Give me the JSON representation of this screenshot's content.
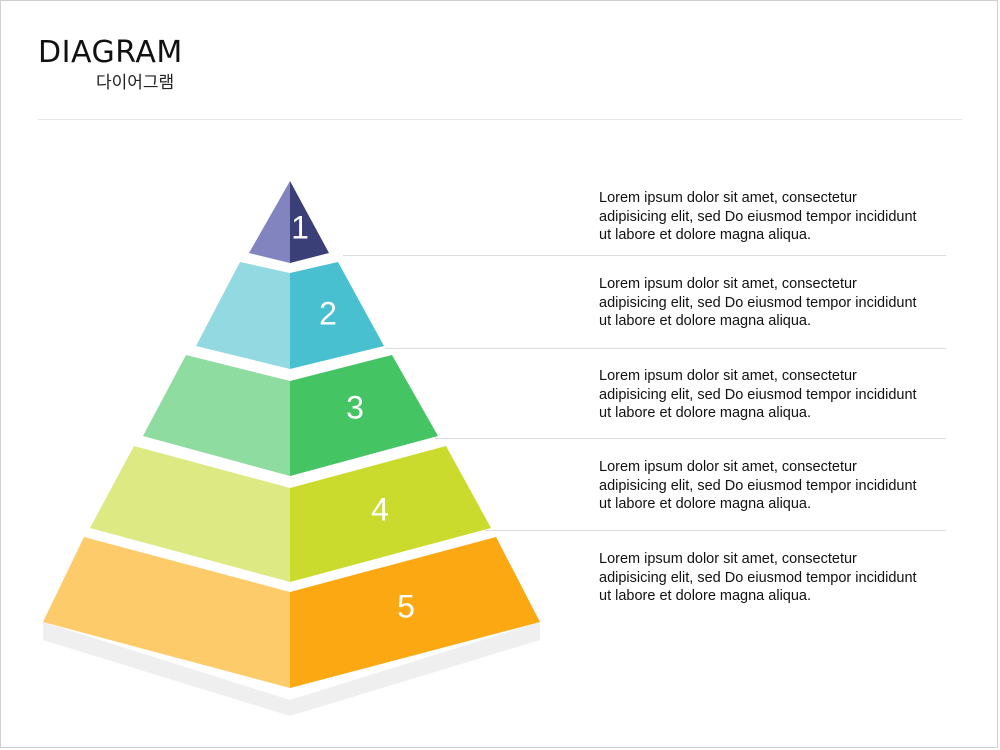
{
  "header": {
    "title": "DIAGRAM",
    "subtitle": "다이어그램"
  },
  "pyramid": {
    "levels": [
      {
        "number": "1",
        "text": "Lorem ipsum dolor sit amet, consectetur\nadipisicing elit, sed Do eiusmod tempor incididunt\nut labore et dolore magna aliqua.",
        "color_light": "#8284bf",
        "color_dark": "#3b3f78"
      },
      {
        "number": "2",
        "text": "Lorem ipsum dolor sit amet, consectetur\nadipisicing elit, sed Do eiusmod tempor incididunt\nut labore et dolore magna aliqua.",
        "color_light": "#93d9e1",
        "color_dark": "#49c0cf"
      },
      {
        "number": "3",
        "text": "Lorem ipsum dolor sit amet, consectetur\nadipisicing elit, sed Do eiusmod tempor incididunt\nut labore et dolore magna aliqua.",
        "color_light": "#8edc9f",
        "color_dark": "#45c463"
      },
      {
        "number": "4",
        "text": "Lorem ipsum dolor sit amet, consectetur\nadipisicing elit, sed Do eiusmod tempor incididunt\nut labore et dolore magna aliqua.",
        "color_light": "#dde982",
        "color_dark": "#cadb2e"
      },
      {
        "number": "5",
        "text": "Lorem ipsum dolor sit amet, consectetur\nadipisicing elit, sed Do eiusmod tempor incididunt\nut labore et dolore magna aliqua.",
        "color_light": "#fecb6b",
        "color_dark": "#fca812"
      }
    ],
    "shadow_color": "#efefef",
    "separator_color": "#dcdcdc"
  }
}
